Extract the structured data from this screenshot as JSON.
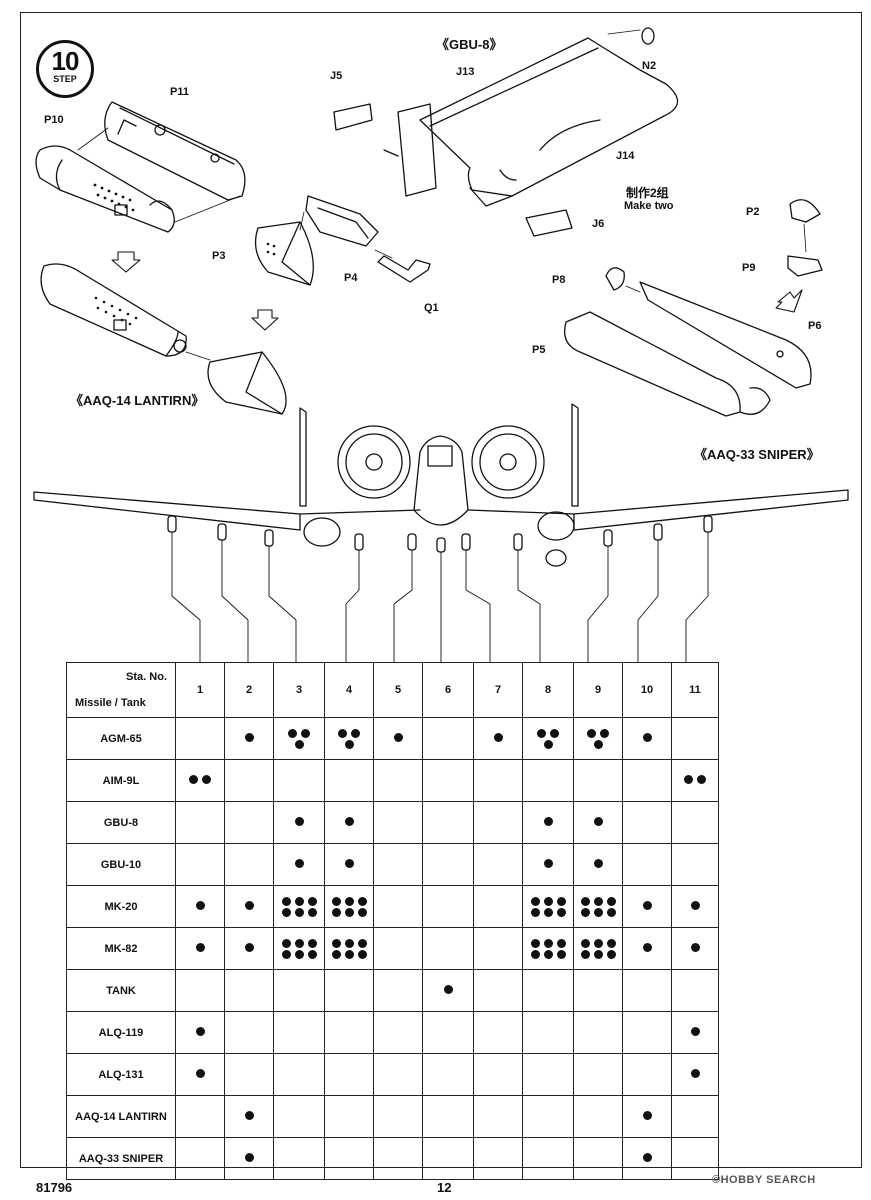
{
  "step": {
    "number": "10",
    "label": "STEP"
  },
  "titles": {
    "gbu8": "《GBU-8》",
    "lantirn": "《AAQ-14 LANTIRN》",
    "sniper": "《AAQ-33 SNIPER》"
  },
  "note": {
    "cn": "制作2组",
    "en": "Make two"
  },
  "parts": {
    "P10": "P10",
    "P11": "P11",
    "P3": "P3",
    "P4": "P4",
    "Q1": "Q1",
    "J5": "J5",
    "J13": "J13",
    "N2": "N2",
    "J14": "J14",
    "J6": "J6",
    "P2": "P2",
    "P9": "P9",
    "P8": "P8",
    "P6": "P6",
    "P5": "P5"
  },
  "table": {
    "corner_top": "Sta. No.",
    "corner_bottom": "Missile / Tank",
    "stations": [
      "1",
      "2",
      "3",
      "4",
      "5",
      "6",
      "7",
      "8",
      "9",
      "10",
      "11"
    ],
    "rows": [
      {
        "name": "AGM-65",
        "cells": [
          0,
          1,
          3,
          3,
          1,
          0,
          1,
          3,
          3,
          1,
          0
        ]
      },
      {
        "name": "AIM-9L",
        "cells": [
          2,
          0,
          0,
          0,
          0,
          0,
          0,
          0,
          0,
          0,
          2
        ]
      },
      {
        "name": "GBU-8",
        "cells": [
          0,
          0,
          1,
          1,
          0,
          0,
          0,
          1,
          1,
          0,
          0
        ]
      },
      {
        "name": "GBU-10",
        "cells": [
          0,
          0,
          1,
          1,
          0,
          0,
          0,
          1,
          1,
          0,
          0
        ]
      },
      {
        "name": "MK-20",
        "cells": [
          1,
          1,
          6,
          6,
          0,
          0,
          0,
          6,
          6,
          1,
          1
        ]
      },
      {
        "name": "MK-82",
        "cells": [
          1,
          1,
          6,
          6,
          0,
          0,
          0,
          6,
          6,
          1,
          1
        ]
      },
      {
        "name": "TANK",
        "cells": [
          0,
          0,
          0,
          0,
          0,
          1,
          0,
          0,
          0,
          0,
          0
        ]
      },
      {
        "name": "ALQ-119",
        "cells": [
          1,
          0,
          0,
          0,
          0,
          0,
          0,
          0,
          0,
          0,
          1
        ]
      },
      {
        "name": "ALQ-131",
        "cells": [
          1,
          0,
          0,
          0,
          0,
          0,
          0,
          0,
          0,
          0,
          1
        ]
      },
      {
        "name": "AAQ-14 LANTIRN",
        "cells": [
          0,
          1,
          0,
          0,
          0,
          0,
          0,
          0,
          0,
          1,
          0
        ]
      },
      {
        "name": "AAQ-33 SNIPER",
        "cells": [
          0,
          1,
          0,
          0,
          0,
          0,
          0,
          0,
          0,
          1,
          0
        ]
      }
    ]
  },
  "footer": {
    "code": "81796",
    "page": "12"
  },
  "watermark": "©HOBBY SEARCH"
}
